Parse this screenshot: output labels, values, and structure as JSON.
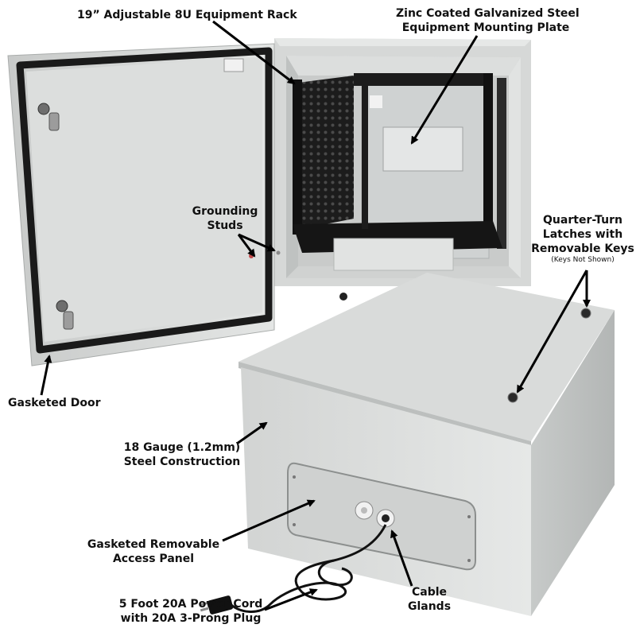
{
  "labels": {
    "rack": "19” Adjustable 8U Equipment Rack",
    "plate_line1": "Zinc Coated Galvanized Steel",
    "plate_line2": "Equipment Mounting Plate",
    "grounding_line1": "Grounding",
    "grounding_line2": "Studs",
    "latches_line1": "Quarter-Turn",
    "latches_line2": "Latches with",
    "latches_line3": "Removable Keys",
    "latches_note": "(Keys Not Shown)",
    "door": "Gasketed Door",
    "gauge_line1": "18 Gauge (1.2mm)",
    "gauge_line2": "Steel Construction",
    "panel_line1": "Gasketed Removable",
    "panel_line2": "Access Panel",
    "cord_line1": "5 Foot 20A Power Cord",
    "cord_line2": "with 20A 3-Prong Plug",
    "glands_line1": "Cable",
    "glands_line2": "Glands"
  },
  "colors": {
    "enclosure": "#d9dbda",
    "enclosure_shadow": "#b9bcbb",
    "gasket": "#1a1a1a",
    "rack": "#1c1c1c",
    "plate": "#c9cccc",
    "arrow": "#000000"
  }
}
